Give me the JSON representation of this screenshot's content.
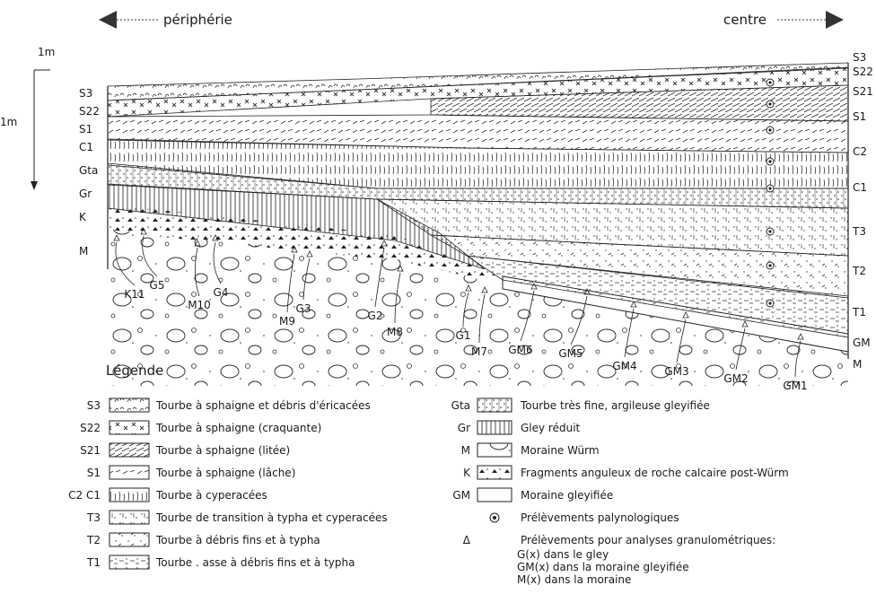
{
  "header": {
    "left": "périphérie",
    "right": "centre"
  },
  "scale": {
    "top": "1m",
    "left": "1m"
  },
  "left_labels": [
    "S3",
    "S22",
    "S1",
    "C1",
    "Gta",
    "Gr",
    "K",
    "M"
  ],
  "right_labels": [
    "S3",
    "S22",
    "S21",
    "S1",
    "C2",
    "C1",
    "T3",
    "T2",
    "T1",
    "GM",
    "M"
  ],
  "sample_labels": [
    "K11",
    "G5",
    "M10",
    "G4",
    "M9",
    "G3",
    "G2",
    "M8",
    "G1",
    "M7",
    "GM6",
    "GM5",
    "GM4",
    "GM3",
    "GM2",
    "GM1"
  ],
  "legend_title": "Légende",
  "legend_left": [
    {
      "code": "S3",
      "text": "Tourbe à sphaigne et débris d'éricacées"
    },
    {
      "code": "S22",
      "text": "Tourbe à sphaigne (craquante)"
    },
    {
      "code": "S21",
      "text": "Tourbe à sphaigne (litée)"
    },
    {
      "code": "S1",
      "text": "Tourbe à sphaigne (lâche)"
    },
    {
      "code": "C2 C1",
      "text": "Tourbe à cyperacées"
    },
    {
      "code": "T3",
      "text": "Tourbe de transition à typha et cyperacées"
    },
    {
      "code": "T2",
      "text": "Tourbe à débris fins et à typha"
    },
    {
      "code": "T1",
      "text": "Tourbe . asse à débris fins et à typha"
    }
  ],
  "legend_right": [
    {
      "code": "Gta",
      "text": "Tourbe très fine, argileuse gleyifiée"
    },
    {
      "code": "Gr",
      "text": "Gley réduit"
    },
    {
      "code": "M",
      "text": "Moraine   Würm"
    },
    {
      "code": "K",
      "text": "Fragments anguleux de roche calcaire  post-Würm"
    },
    {
      "code": "GM",
      "text": "Moraine gleyifiée"
    },
    {
      "code": "",
      "text": "Prélèvements  palynologiques"
    },
    {
      "code": "Δ",
      "text": "Prélèvements pour analyses granulométriques:"
    }
  ],
  "legend_notes": [
    "G(x) dans le gley",
    "GM(x) dans la moraine gleyifiée",
    "M(x) dans la moraine"
  ]
}
